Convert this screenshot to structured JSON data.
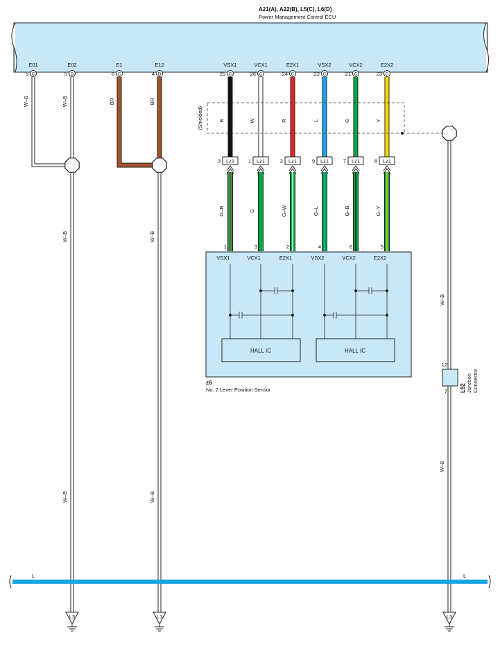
{
  "ecu": {
    "title": "A21(A), A22(B), L5(C), L6(D)",
    "subtitle": "Power Management Control ECU",
    "box_color": "#c8e8f7",
    "pins": [
      {
        "name": "E01",
        "num": "5",
        "conn": "C"
      },
      {
        "name": "E02",
        "num": "5",
        "conn": "D"
      },
      {
        "name": "E1",
        "num": "6",
        "conn": "C"
      },
      {
        "name": "E12",
        "num": "4",
        "conn": "D"
      },
      {
        "name": "VSX1",
        "num": "25",
        "conn": "C"
      },
      {
        "name": "VCX1",
        "num": "26",
        "conn": "C"
      },
      {
        "name": "E2X1",
        "num": "24",
        "conn": "C"
      },
      {
        "name": "VSX2",
        "num": "22",
        "conn": "C"
      },
      {
        "name": "VCX2",
        "num": "21",
        "conn": "C"
      },
      {
        "name": "E2X2",
        "num": "23",
        "conn": "C"
      }
    ]
  },
  "upper_wires": [
    {
      "label": "W–B",
      "color": "#ffffff"
    },
    {
      "label": "W–B",
      "color": "#ffffff"
    },
    {
      "label": "BR",
      "color": "#a0522d"
    },
    {
      "label": "BR",
      "color": "#a0522d"
    },
    {
      "label": "B",
      "color": "#111111"
    },
    {
      "label": "W",
      "color": "#ffffff"
    },
    {
      "label": "R",
      "color": "#e8202a"
    },
    {
      "label": "L",
      "color": "#16a4e6"
    },
    {
      "label": "G",
      "color": "#0aa34a"
    },
    {
      "label": "Y",
      "color": "#f2dd00"
    }
  ],
  "shield_label": "(Shielded)",
  "lz_connectors": [
    {
      "pin": "3",
      "name": "Lz1"
    },
    {
      "pin": "1",
      "name": "Lz1"
    },
    {
      "pin": "2",
      "name": "Lz1"
    },
    {
      "pin": "9",
      "name": "Lz1"
    },
    {
      "pin": "7",
      "name": "Lz1"
    },
    {
      "pin": "8",
      "name": "Lz1"
    }
  ],
  "lower_wires": [
    {
      "label": "G–R",
      "base": "#0aa34a",
      "stripe": "#e8202a"
    },
    {
      "label": "G",
      "base": "#0aa34a",
      "stripe": ""
    },
    {
      "label": "G–W",
      "base": "#0aa34a",
      "stripe": "#ffffff"
    },
    {
      "label": "G–L",
      "base": "#0aa34a",
      "stripe": "#16a4e6"
    },
    {
      "label": "G–B",
      "base": "#0aa34a",
      "stripe": "#111111"
    },
    {
      "label": "G–Y",
      "base": "#0aa34a",
      "stripe": "#f2dd00"
    }
  ],
  "sensor": {
    "ref": "z6",
    "name": "No.  2 Lever Position Sensor",
    "box_color": "#c8e8f7",
    "pins": [
      {
        "num": "1",
        "name": "VSX1"
      },
      {
        "num": "3",
        "name": "VCX1"
      },
      {
        "num": "2",
        "name": "E2X1"
      },
      {
        "num": "4",
        "name": "VSX2"
      },
      {
        "num": "6",
        "name": "VCX2"
      },
      {
        "num": "5",
        "name": "E2X2"
      }
    ],
    "ic_labels": [
      "HALL IC",
      "HALL IC"
    ]
  },
  "ground_wire_labels": [
    "W–B",
    "W–B",
    "W–B",
    "W–B",
    "W–B",
    "W–B"
  ],
  "junction": {
    "ref": "L92",
    "desc_line1": "Junction",
    "desc_line2": "Connector",
    "pin_top": "12",
    "pin_bottom": "7"
  },
  "bus_line": {
    "label": "L",
    "color": "#16a4e6"
  },
  "grounds": [
    "L3",
    "L1",
    "L3"
  ]
}
